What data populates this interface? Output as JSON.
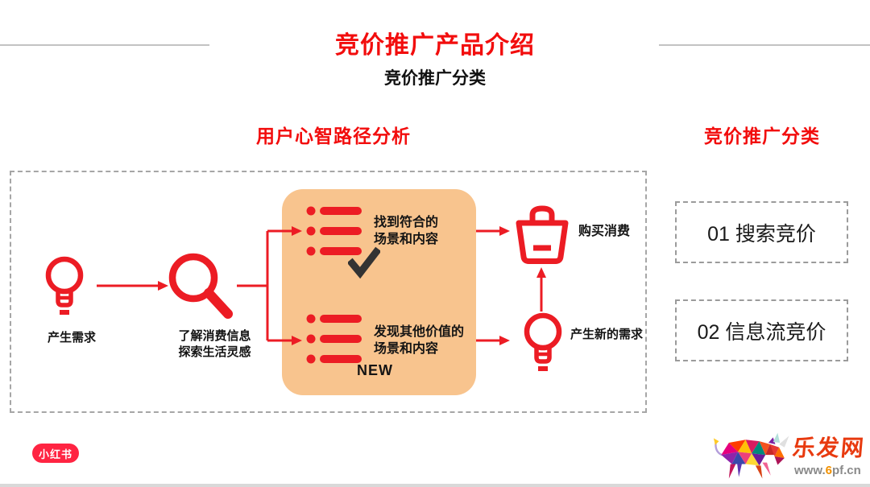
{
  "header": {
    "title": "竞价推广产品介绍",
    "subtitle": "竞价推广分类"
  },
  "sections": {
    "left_title": "用户心智路径分析",
    "right_title": "竞价推广分类"
  },
  "flow": {
    "step1_label": "产生需求",
    "step2_label_line1": "了解消费信息",
    "step2_label_line2": "探索生活灵感",
    "branch_top": {
      "label_line1": "找到符合的",
      "label_line2": "场景和内容"
    },
    "branch_bottom": {
      "label_line1": "发现其他价值的",
      "label_line2": "场景和内容",
      "badge": "NEW"
    },
    "purchase_label": "购买消费",
    "new_need_label": "产生新的需求"
  },
  "categories": [
    {
      "label": "01 搜索竞价"
    },
    {
      "label": "02 信息流竞价"
    }
  ],
  "footer": {
    "brand_badge": "小红书",
    "watermark_name": "乐发网",
    "watermark_url_prefix": "www.",
    "watermark_url_six": "6",
    "watermark_url_suffix": "pf.cn"
  },
  "icons": {
    "step1": "lightbulb-icon",
    "step2": "search-icon",
    "branch_top": "list-icon",
    "branch_top_mark": "checkmark-icon",
    "branch_bottom": "list-icon",
    "purchase": "shopping-bag-icon",
    "new_need": "lightbulb-icon",
    "brand": "ox-logo"
  },
  "colors": {
    "accent_red": "#f20d0d",
    "icon_red": "#ec1c24",
    "panel_orange": "#f8c48e",
    "brand_badge_bg": "#ff2442",
    "checkmark_dark": "#333333",
    "divider_gray": "#c3c3c3"
  }
}
